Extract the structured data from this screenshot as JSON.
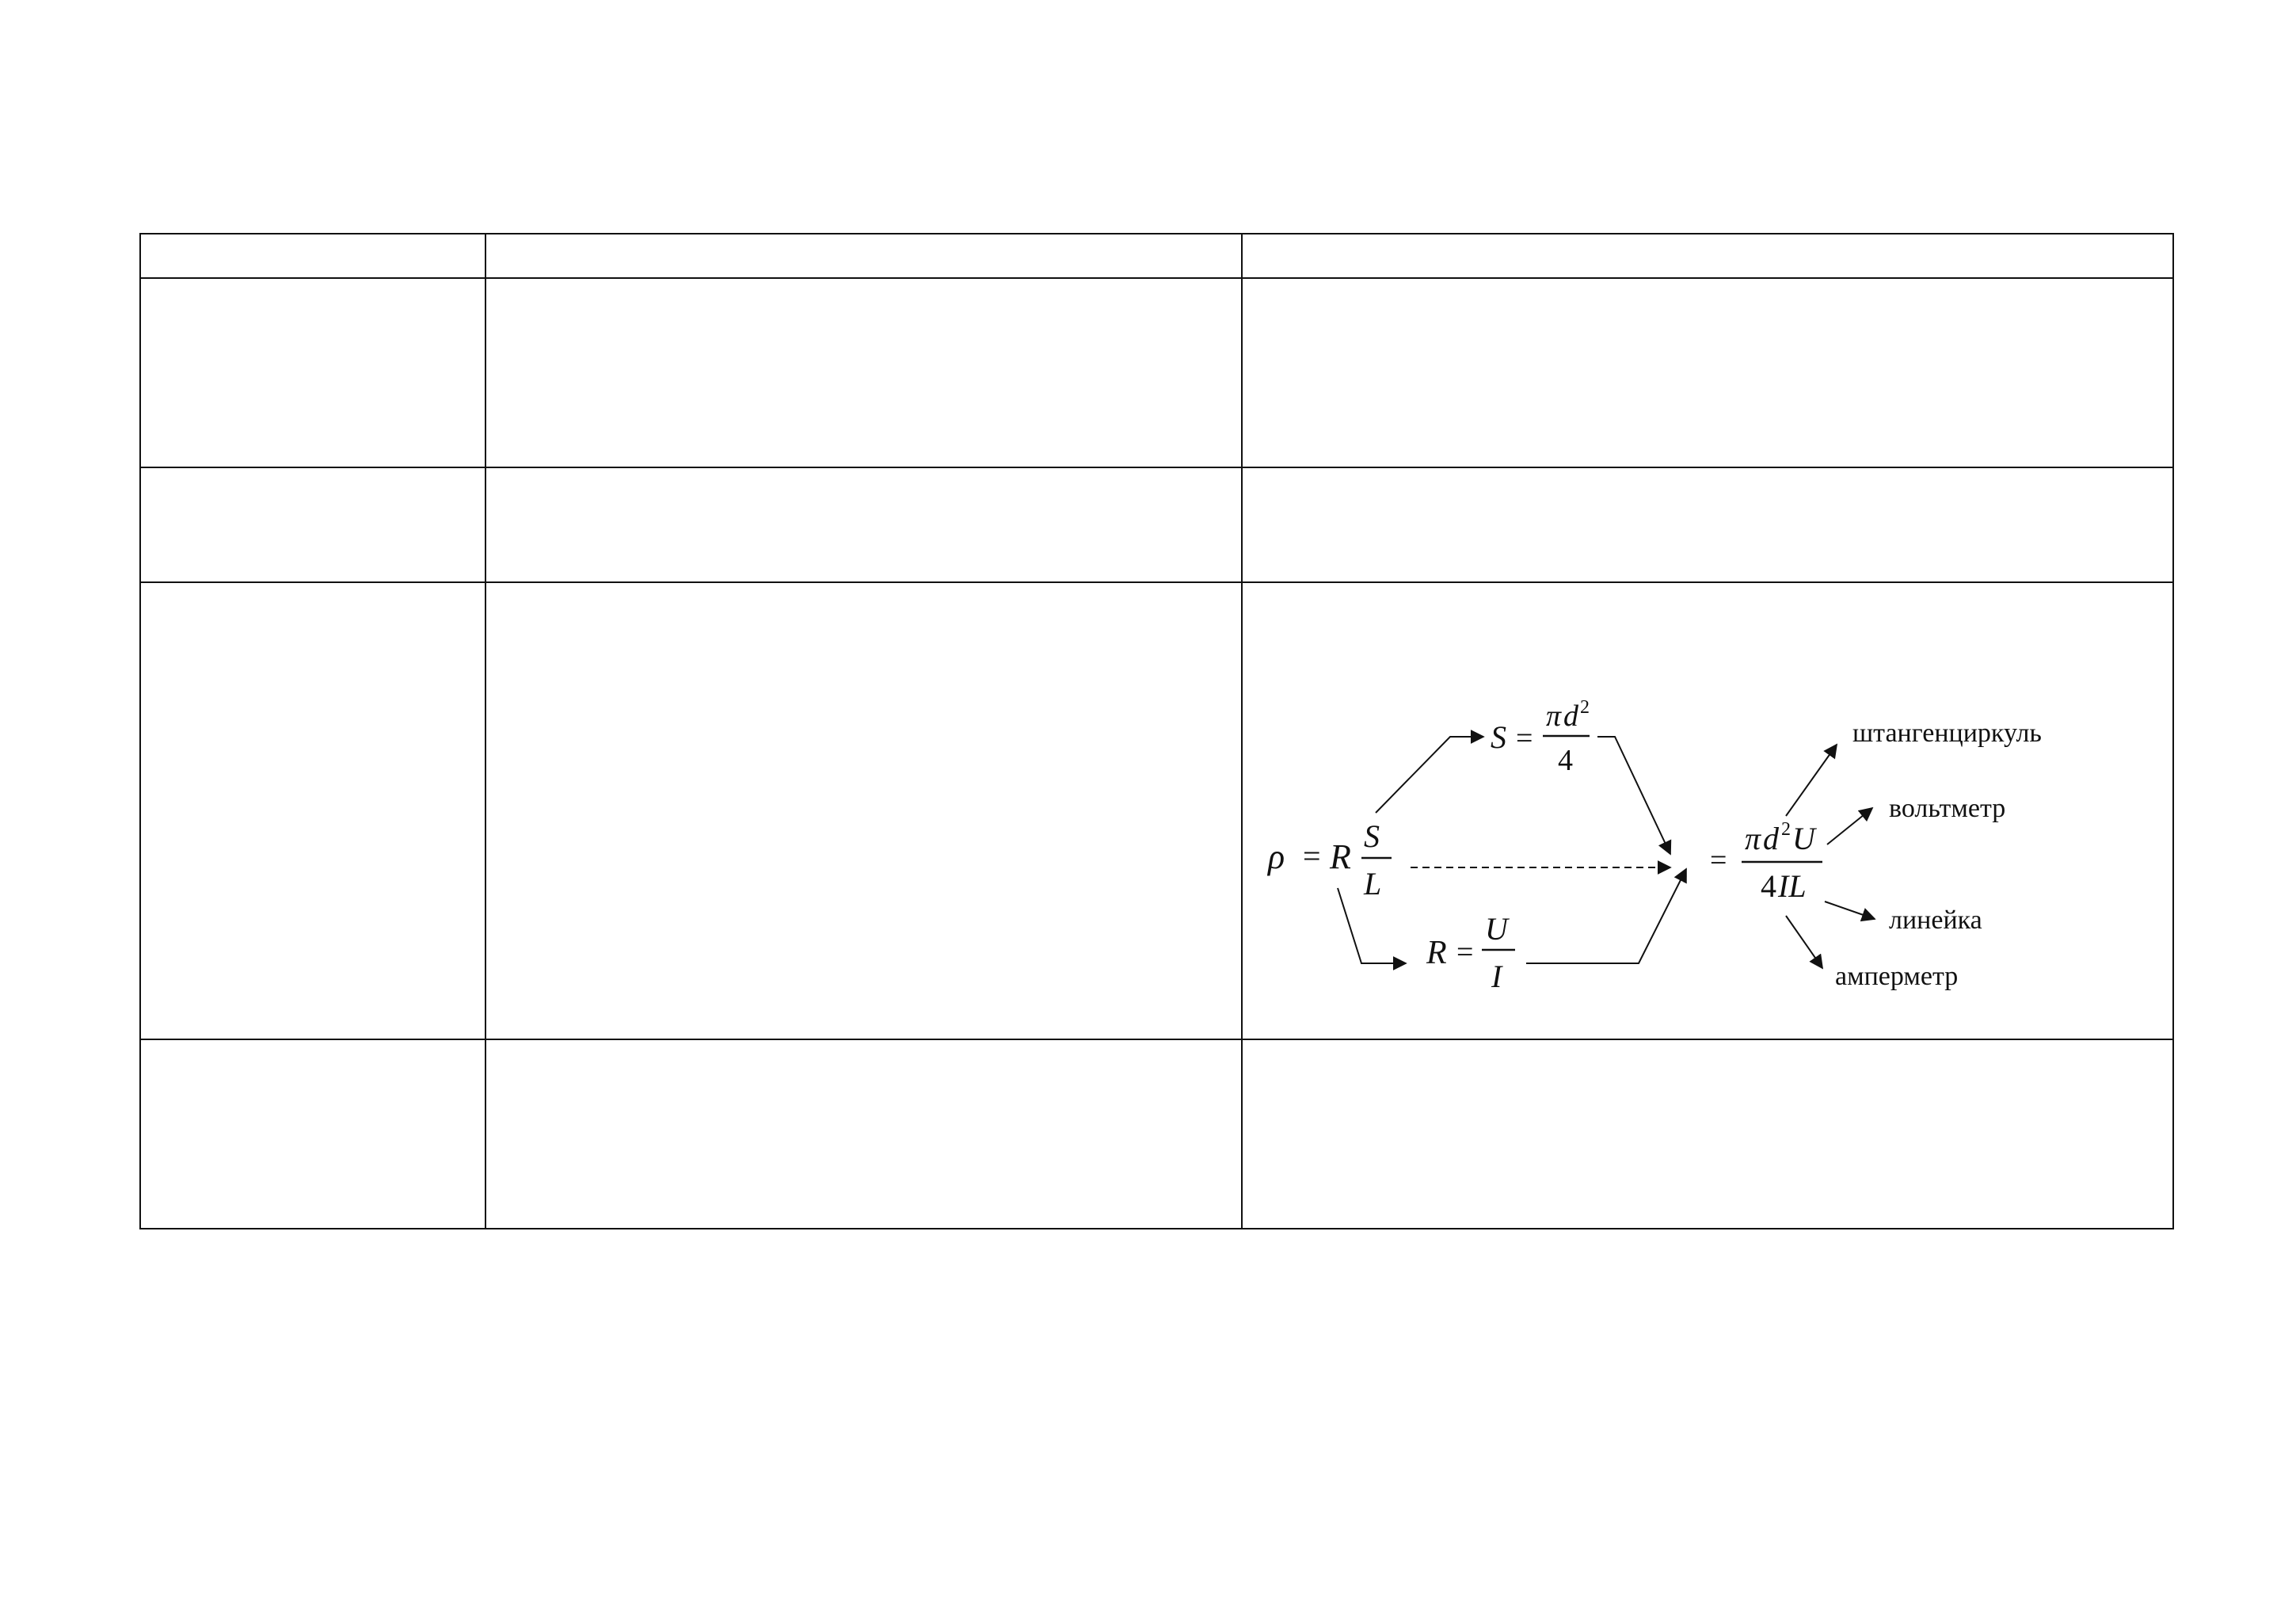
{
  "diagram": {
    "main_formula": {
      "rho": "ρ",
      "equals": "=",
      "R": "R",
      "numerator": "S",
      "denominator": "L"
    },
    "area_formula": {
      "S": "S",
      "equals": "=",
      "numerator_pi": "π",
      "numerator_d": "d",
      "numerator_exp": "2",
      "denominator": "4"
    },
    "resistance_formula": {
      "R": "R",
      "equals": "=",
      "numerator": "U",
      "denominator": "I"
    },
    "result_formula": {
      "equals": "=",
      "numerator_pi": "π",
      "numerator_d": "d",
      "numerator_exp": "2",
      "numerator_U": "U",
      "denominator_4": "4",
      "denominator_IL": "IL"
    },
    "instruments": {
      "caliper": "штангенциркуль",
      "voltmeter": "вольтметр",
      "ruler": "линейка",
      "ammeter": "амперметр"
    }
  }
}
